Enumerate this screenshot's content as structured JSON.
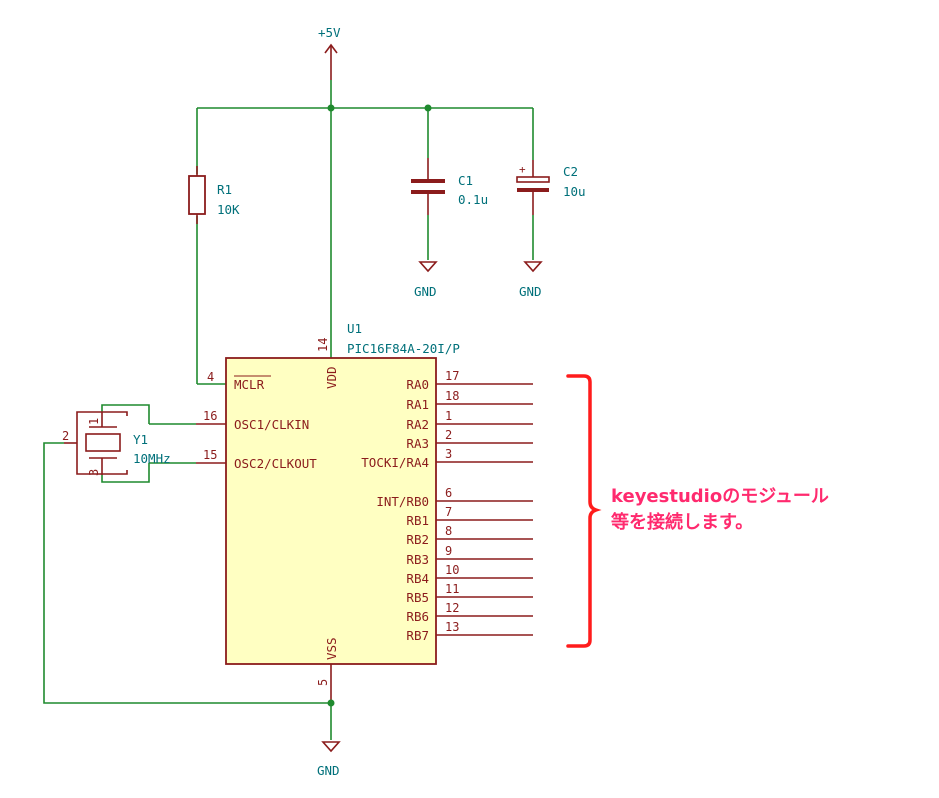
{
  "power": {
    "vcc_label": "+5V",
    "gnd_label": "GND"
  },
  "resistor": {
    "ref": "R1",
    "value": "10K"
  },
  "capacitors": [
    {
      "ref": "C1",
      "value": "0.1u"
    },
    {
      "ref": "C2",
      "value": "10u"
    }
  ],
  "crystal": {
    "ref": "Y1",
    "value": "10MHz",
    "pins": [
      "1",
      "2",
      "3"
    ]
  },
  "ic": {
    "ref": "U1",
    "part": "PIC16F84A-20I/P",
    "vdd": {
      "label": "VDD",
      "num": "14"
    },
    "vss": {
      "label": "VSS",
      "num": "5"
    },
    "left_pins": [
      {
        "label": "MCLR",
        "num": "4"
      },
      {
        "label": "OSC1/CLKIN",
        "num": "16"
      },
      {
        "label": "OSC2/CLKOUT",
        "num": "15"
      }
    ],
    "right_pins": [
      {
        "label": "RA0",
        "num": "17"
      },
      {
        "label": "RA1",
        "num": "18"
      },
      {
        "label": "RA2",
        "num": "1"
      },
      {
        "label": "RA3",
        "num": "2"
      },
      {
        "label": "TOCKI/RA4",
        "num": "3"
      },
      {
        "label": "INT/RB0",
        "num": "6"
      },
      {
        "label": "RB1",
        "num": "7"
      },
      {
        "label": "RB2",
        "num": "8"
      },
      {
        "label": "RB3",
        "num": "9"
      },
      {
        "label": "RB4",
        "num": "10"
      },
      {
        "label": "RB5",
        "num": "11"
      },
      {
        "label": "RB6",
        "num": "12"
      },
      {
        "label": "RB7",
        "num": "13"
      }
    ]
  },
  "annotation": {
    "line1": "keyestudioのモジュール",
    "line2": "等を接続します。"
  },
  "colors": {
    "wire": "#1f8a2e",
    "component": "#8b1c1c",
    "label": "#00707a",
    "annotation": "#ff2a6e",
    "ic_fill": "#ffffc2"
  }
}
